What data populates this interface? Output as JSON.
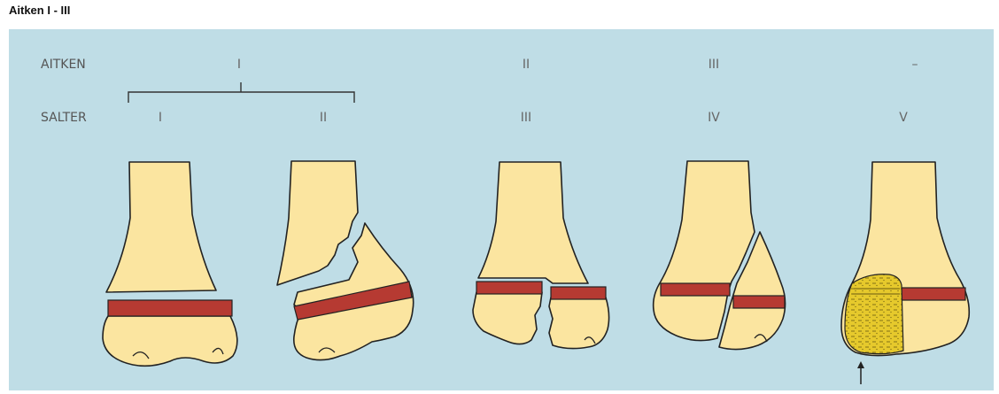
{
  "title": "Aitken I - III",
  "rows": {
    "aitken_label": "AITKEN",
    "salter_label": "SALTER"
  },
  "aitken_classes": [
    "I",
    "II",
    "III",
    "–"
  ],
  "salter_classes": [
    "I",
    "II",
    "III",
    "IV",
    "V"
  ],
  "colors": {
    "background": "#bfdde6",
    "bone": "#fbe5a0",
    "growth_plate": "#b63a32",
    "crush_zone": "#e6c92c"
  }
}
